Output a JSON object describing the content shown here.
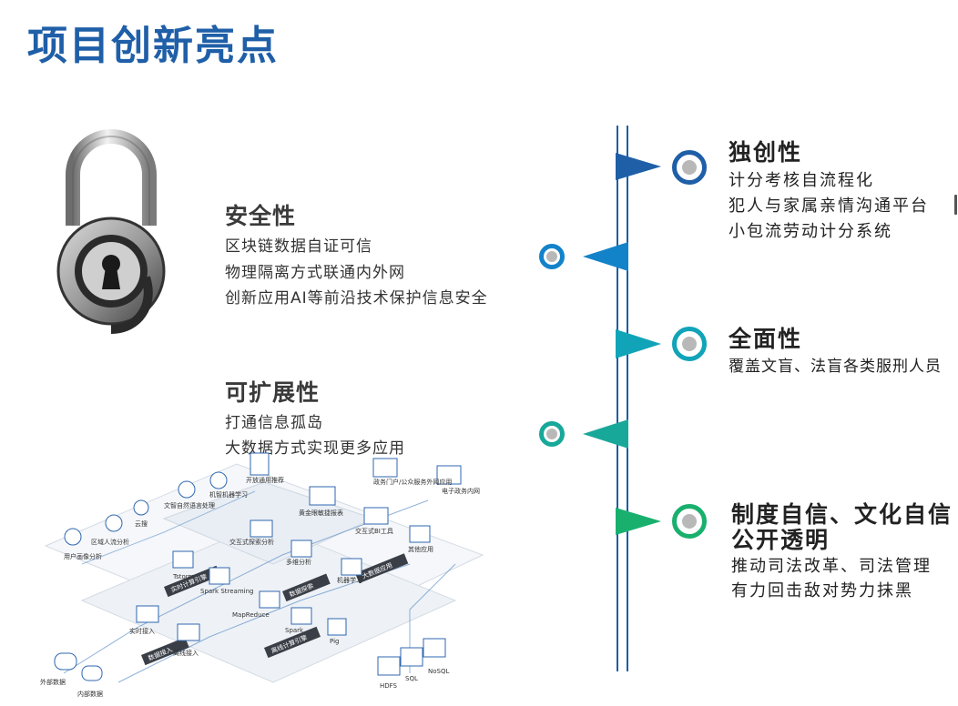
{
  "page_title": "项目创新亮点",
  "left": {
    "security": {
      "heading": "安全性",
      "lines": [
        "区块链数据自证可信",
        "物理隔离方式联通内外网",
        "创新应用AI等前沿技术保护信息安全"
      ]
    },
    "scalability": {
      "heading": "可扩展性",
      "lines": [
        "打通信息孤岛",
        "大数据方式实现更多应用"
      ]
    }
  },
  "right": {
    "unique": {
      "heading": "独创性",
      "lines": [
        "计分考核自流程化",
        "犯人与家属亲情沟通平台",
        "小包流劳动计分系统"
      ]
    },
    "comprehensive": {
      "heading": "全面性",
      "lines": [
        "覆盖文盲、法盲各类服刑人员"
      ]
    },
    "confidence": {
      "heading_line1": "制度自信、文化自信",
      "heading_line2": "公开透明",
      "lines": [
        "推动司法改革、司法管理",
        "有力回击敌对势力抹黑"
      ]
    }
  },
  "diagram_labels": {
    "external_data": "外部数据",
    "internal_data": "内部数据",
    "user_profile": "用户画像分析",
    "region_flow": "区域人流分析",
    "cloud_search": "云搜",
    "nlp": "文智自然语言处理",
    "ml": "机智机器学习",
    "open_rec": "开放通用推荐",
    "gov_portal": "政务门户/公众服务外网应用",
    "e_gov": "电子政务内网",
    "bi_report": "黄金眼敏捷报表",
    "interactive_bi": "交互式BI工具",
    "other_apps": "其他应用",
    "interactive_explore": "交互式探索分析",
    "multi_dim": "多维分析",
    "machine_learning": "机器学习",
    "tstorm": "Tstorm",
    "spark_streaming": "Spark Streaming",
    "mapreduce": "MapReduce",
    "spark": "Spark",
    "pig": "Pig",
    "realtime_ingest": "实时接入",
    "offline_ingest": "离线接入",
    "hdfs": "HDFS",
    "sql": "SQL",
    "nosql": "NoSQL",
    "realtime_compute": "实时计算引擎",
    "data_explore": "数据探索",
    "data_access": "数据接入",
    "offline_compute": "离线计算引擎",
    "bigdata_app": "大数据应用"
  },
  "colors": {
    "title_blue": "#1f5fa8",
    "accent_dark_blue": "#1a66b3",
    "accent_blue": "#1383c9",
    "accent_cyan": "#11a4b8",
    "accent_teal": "#18a89a",
    "accent_green": "#19b06e"
  }
}
